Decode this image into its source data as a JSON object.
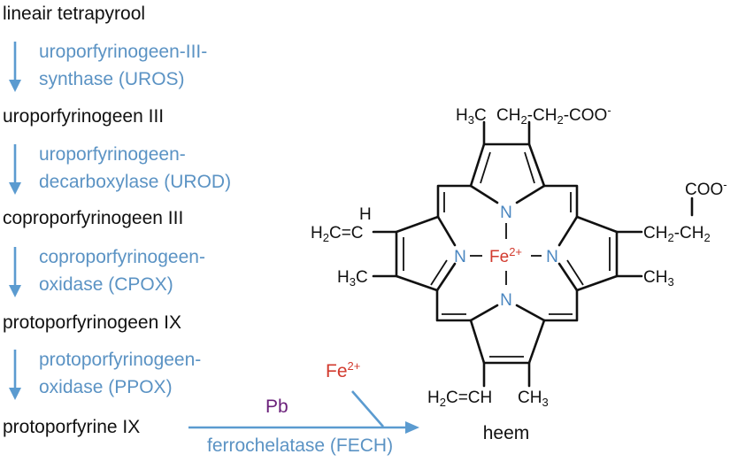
{
  "pathway": {
    "compounds": [
      "lineair tetrapyrool",
      "uroporfyrinogeen III",
      "coproporfyrinogeen III",
      "protoporfyrinogeen IX",
      "protoporfyrine IX"
    ],
    "enzymes": [
      {
        "line1": "uroporfyrinogeen-III-",
        "line2": "synthase (UROS)"
      },
      {
        "line1": "uroporfyrinogeen-",
        "line2": "decarboxylase (UROD)"
      },
      {
        "line1": "coproporfyrinogeen-",
        "line2": "oxidase (CPOX)"
      },
      {
        "line1": "protoporfyrinogeen-",
        "line2": "oxidase (PPOX)"
      }
    ],
    "final_enzyme": "ferrochelatase (FECH)",
    "inhibitor": "Pb",
    "cofactor": {
      "base": "Fe",
      "charge": "2+"
    }
  },
  "heme": {
    "label": "heem",
    "top_left": {
      "a": "H",
      "b": "3",
      "c": "C"
    },
    "top_right": {
      "a": "CH",
      "b": "2",
      "c": "-CH",
      "d": "2",
      "e": "-COO",
      "f": "-"
    },
    "left_vinyl": {
      "h": "H",
      "a": "H",
      "b": "2",
      "c": "C=C"
    },
    "left_methyl": {
      "a": "H",
      "b": "3",
      "c": "C"
    },
    "right_coo": {
      "a": "COO",
      "b": "-"
    },
    "right_chain": {
      "a": "CH",
      "b": "2",
      "c": "-CH",
      "d": "2"
    },
    "right_methyl": {
      "a": "CH",
      "b": "3"
    },
    "bottom_vinyl": {
      "a": "H",
      "b": "2",
      "c": "C=CH"
    },
    "bottom_methyl": {
      "a": "CH",
      "b": "3"
    },
    "nitrogen": "N",
    "iron": {
      "base": "Fe",
      "charge": "2+"
    }
  },
  "colors": {
    "enzyme": "#5b93c4",
    "arrow": "#5b9bd0",
    "iron": "#d23a2e",
    "lead": "#6a1f7a",
    "nitrogen": "#4a86c0"
  }
}
